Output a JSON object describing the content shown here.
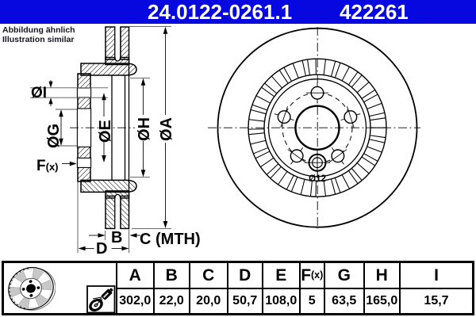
{
  "header": {
    "part_number": "24.0122-0261.1",
    "reference": "422261",
    "bg_color": "#0707E0"
  },
  "note": {
    "line1": "Abbildung ähnlich",
    "line2": "Illustration similar"
  },
  "drawing": {
    "labels": {
      "dia_a": "ØA",
      "dia_h": "ØH",
      "dia_e": "ØE",
      "dia_g": "ØG",
      "dia_i": "ØI",
      "f": "F",
      "f_suffix": "(x)",
      "b": "B",
      "c": "C (MTH)",
      "d": "D",
      "hole_dia": "Ø12"
    },
    "line_color": "#000000"
  },
  "table": {
    "columns": [
      {
        "label": "A",
        "value": "302,0"
      },
      {
        "label": "B",
        "value": "22,0"
      },
      {
        "label": "C",
        "value": "20,0"
      },
      {
        "label": "D",
        "value": "50,7"
      },
      {
        "label": "E",
        "value": "108,0"
      },
      {
        "label": "F",
        "suffix": "(x)",
        "value": "5"
      },
      {
        "label": "G",
        "value": "63,5"
      },
      {
        "label": "H",
        "value": "165,0"
      },
      {
        "label": "I",
        "value": "15,7"
      }
    ]
  }
}
